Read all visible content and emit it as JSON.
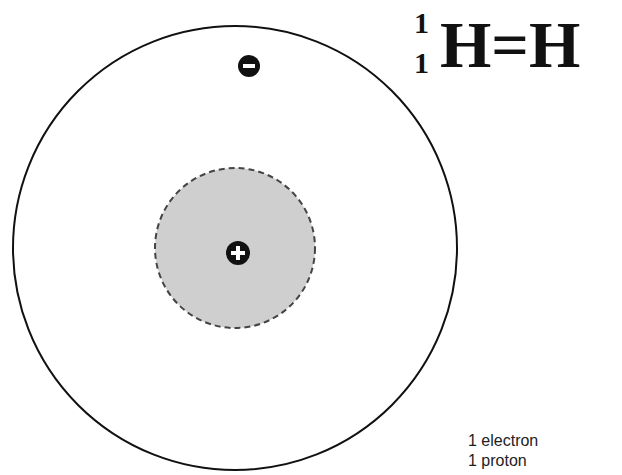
{
  "diagram": {
    "labels": [
      "1",
      "1",
      "H=H",
      "1 electron",
      "1 proton"
    ]
  }
}
